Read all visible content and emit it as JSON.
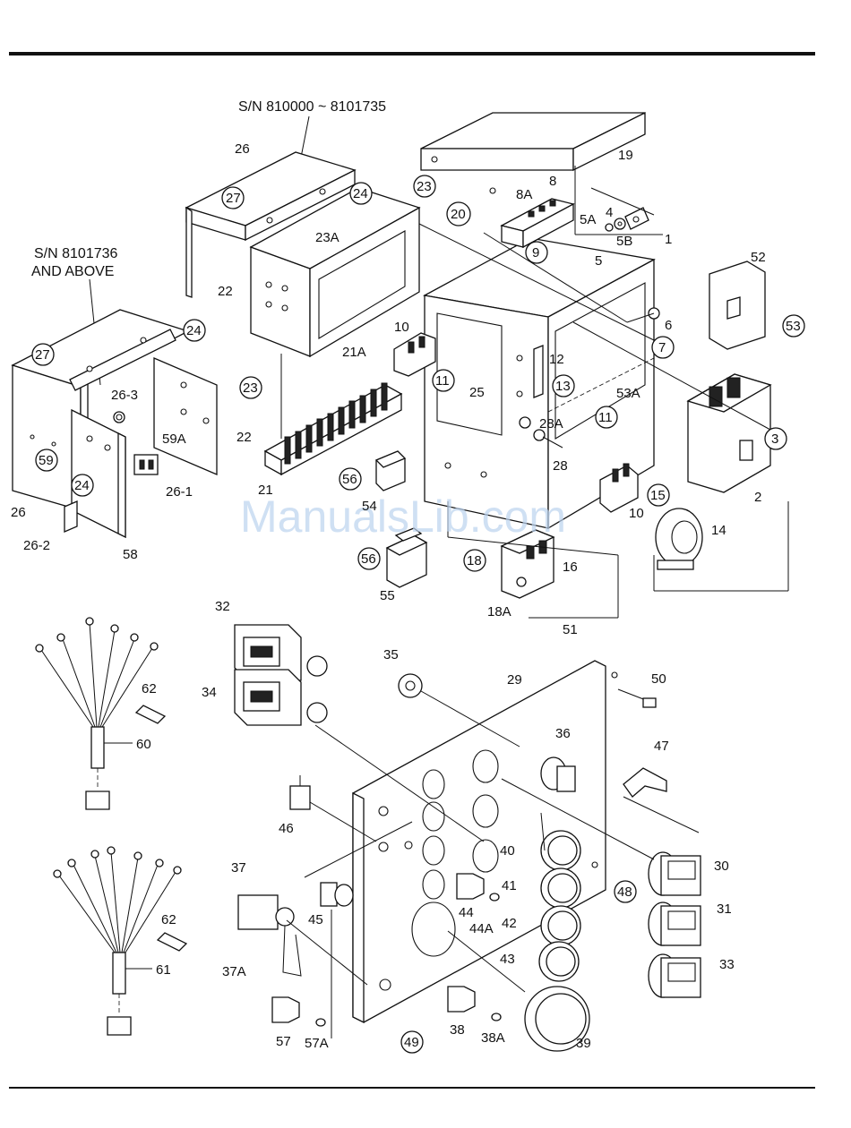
{
  "serial_notes": {
    "top": "S/N 810000 ~ 8101735",
    "left_line1": "S/N 8101736",
    "left_line2": "AND ABOVE"
  },
  "watermark": "ManualsLib.com",
  "callouts": {
    "c1": "1",
    "c2": "2",
    "c3": "3",
    "c4": "4",
    "c5": "5",
    "c5A": "5A",
    "c5B": "5B",
    "c6": "6",
    "c7": "7",
    "c8": "8",
    "c8A": "8A",
    "c9": "9",
    "c10a": "10",
    "c10b": "10",
    "c11a": "11",
    "c11b": "11",
    "c12": "12",
    "c13": "13",
    "c14": "14",
    "c15": "15",
    "c16": "16",
    "c18": "18",
    "c18A": "18A",
    "c19": "19",
    "c20": "20",
    "c21": "21",
    "c21A": "21A",
    "c22a": "22",
    "c22b": "22",
    "c23a": "23",
    "c23b": "23",
    "c23A": "23A",
    "c24a": "24",
    "c24b": "24",
    "c24c": "24",
    "c25": "25",
    "c26a": "26",
    "c26b": "26",
    "c26_1": "26-1",
    "c26_2": "26-2",
    "c26_3": "26-3",
    "c27a": "27",
    "c27b": "27",
    "c28": "28",
    "c28A": "28A",
    "c29": "29",
    "c30": "30",
    "c31": "31",
    "c32": "32",
    "c33": "33",
    "c34": "34",
    "c35": "35",
    "c36": "36",
    "c37": "37",
    "c37A": "37A",
    "c38": "38",
    "c38A": "38A",
    "c39": "39",
    "c40": "40",
    "c41": "41",
    "c42": "42",
    "c43": "43",
    "c44": "44",
    "c44A": "44A",
    "c45": "45",
    "c46": "46",
    "c47": "47",
    "c48": "48",
    "c49": "49",
    "c50": "50",
    "c51": "51",
    "c52": "52",
    "c53": "53",
    "c53A": "53A",
    "c54": "54",
    "c55": "55",
    "c56a": "56",
    "c56b": "56",
    "c57": "57",
    "c57A": "57A",
    "c58": "58",
    "c59": "59",
    "c59A": "59A",
    "c60": "60",
    "c61": "61",
    "c62a": "62",
    "c62b": "62"
  }
}
